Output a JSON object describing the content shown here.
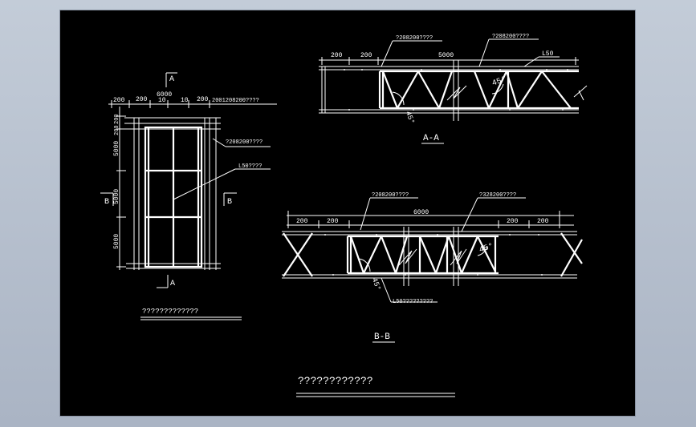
{
  "canvas": {
    "background": "#000000",
    "line_color": "#ffffff",
    "app_background": "#b6bfcc"
  },
  "elevation": {
    "section_mark_top": "A",
    "section_mark_bottom": "A",
    "section_mark_left": "B",
    "section_mark_right": "B",
    "dim_top_overall": "6000",
    "dim_top_parts": [
      "200",
      "200",
      "10",
      "10",
      "200"
    ],
    "dim_top_right": "2001208200????",
    "dim_left_small": [
      "200",
      "200"
    ],
    "dim_left_parts": [
      "5000",
      "5000",
      "5000"
    ],
    "callout_1": "?208200????",
    "callout_2": "L50????",
    "caption": "?????????????"
  },
  "section_aa": {
    "dim_parts": [
      "200",
      "200"
    ],
    "dim_overall": "5000",
    "callout_left": "?208200????",
    "callout_mid": "?208200????",
    "callout_right": "L50",
    "angle_1": "45°",
    "angle_2": "45°",
    "label": "A-A"
  },
  "section_bb": {
    "dim_left_parts": [
      "200",
      "200"
    ],
    "dim_overall": "6000",
    "dim_right_parts": [
      "200",
      "200"
    ],
    "callout_left": "?208200????",
    "callout_right": "?328200????",
    "callout_bottom": "L50?????????",
    "angle_1": "45°",
    "angle_2": "45°",
    "label": "B-B"
  },
  "main_title": "????????????"
}
